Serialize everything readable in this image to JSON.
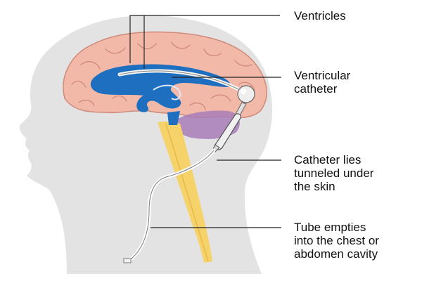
{
  "colors": {
    "head": "#e3e3e3",
    "brain": "#f2b8a8",
    "brain_outline": "#d08a7a",
    "ventricles": "#1f6fc1",
    "cerebellum": "#a87cb8",
    "spinal_cord": "#f6d36a",
    "catheter": "#f4f4f4",
    "catheter_outline": "#777777",
    "leader": "#222222"
  },
  "labels": {
    "ventricles": {
      "line1": "Ventricles"
    },
    "ventricular_catheter": {
      "line1": "Ventricular",
      "line2": "catheter"
    },
    "tunneled": {
      "line1": "Catheter lies",
      "line2": "tunneled under",
      "line3": "the skin"
    },
    "tube": {
      "line1": "Tube empties",
      "line2": "into the chest or",
      "line3": "abdomen cavity"
    }
  }
}
